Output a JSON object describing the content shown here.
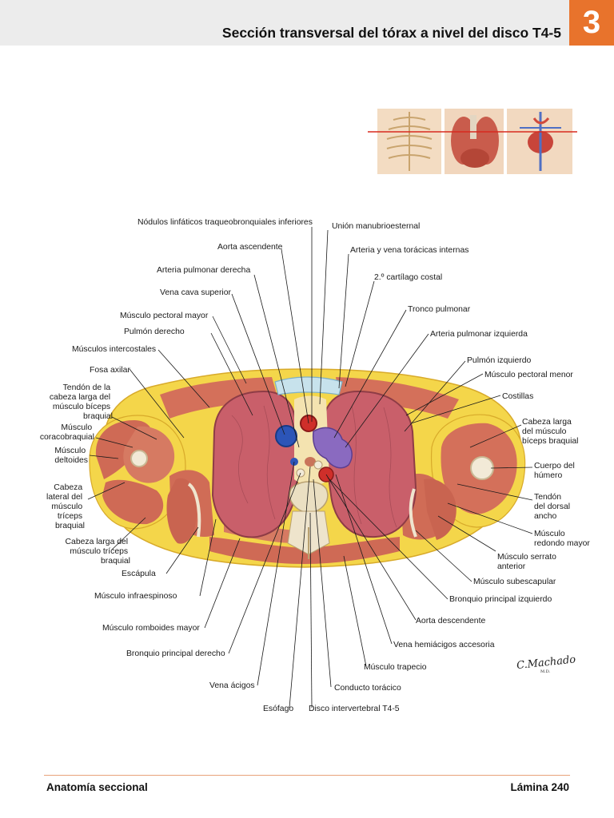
{
  "header": {
    "title": "Sección transversal del tórax a nivel del disco T4-5",
    "chapter_number": "3",
    "chapter_color": "#e8732c"
  },
  "labels": {
    "l1": "Nódulos linfáticos traqueobronquiales inferiores",
    "l2": "Unión manubrioesternal",
    "l3": "Aorta ascendente",
    "l4": "Arteria y vena torácicas internas",
    "l5": "Arteria pulmonar derecha",
    "l6": "2.º cartílago costal",
    "l7": "Vena cava superior",
    "l8": "Tronco pulmonar",
    "l9": "Músculo pectoral mayor",
    "l10": "Pulmón derecho",
    "l11": "Arteria pulmonar izquierda",
    "l12": "Músculos intercostales",
    "l13": "Pulmón izquierdo",
    "l14": "Fosa axilar",
    "l15": "Músculo pectoral menor",
    "l16": [
      "Tendón de la",
      "cabeza larga del",
      "músculo bíceps",
      "braquial"
    ],
    "l17": "Costillas",
    "l18": [
      "Músculo",
      "coracobraquial"
    ],
    "l19": [
      "Cabeza larga",
      "del músculo",
      "bíceps braquial"
    ],
    "l20": [
      "Músculo",
      "deltoides"
    ],
    "l21": [
      "Cuerpo del",
      "húmero"
    ],
    "l22": [
      "Cabeza",
      "lateral del",
      "músculo",
      "tríceps",
      "braquial"
    ],
    "l23": [
      "Tendón",
      "del dorsal",
      "ancho"
    ],
    "l24": [
      "Músculo",
      "redondo mayor"
    ],
    "l25": [
      "Cabeza larga del",
      "músculo tríceps",
      "braquial"
    ],
    "l26": [
      "Músculo serrato",
      "anterior"
    ],
    "l27": "Escápula",
    "l28": "Músculo subescapular",
    "l29": "Músculo infraespinoso",
    "l30": "Bronquio principal izquierdo",
    "l31": "Aorta descendente",
    "l32": "Músculo romboides mayor",
    "l33": "Vena hemiácigos accesoria",
    "l34": "Bronquio principal derecho",
    "l35": "Músculo trapecio",
    "l36": "Vena ácigos",
    "l37": "Conducto torácico",
    "l38": "Esófago",
    "l39": "Disco intervertebral T4-5"
  },
  "signature": "C.Machado",
  "footer": {
    "left": "Anatomía seccional",
    "right": "Lámina 240"
  }
}
